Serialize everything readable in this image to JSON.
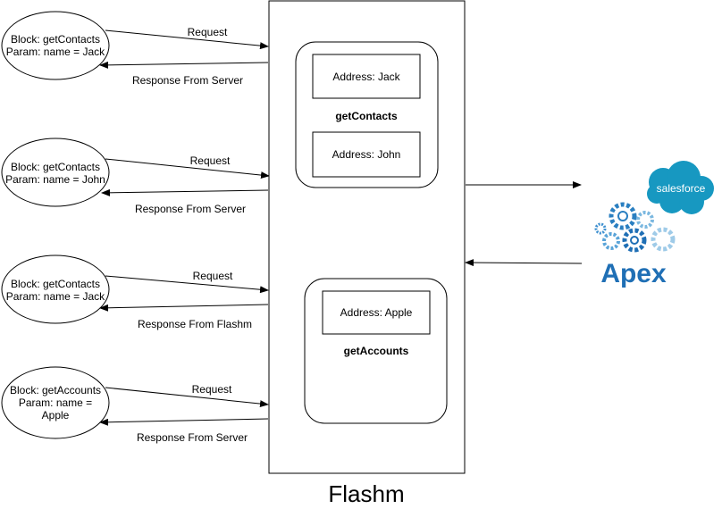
{
  "flashm": {
    "title": "Flashm",
    "contacts_cache": {
      "label": "getContacts",
      "entries": [
        "Address: Jack",
        "Address: John"
      ]
    },
    "accounts_cache": {
      "label": "getAccounts",
      "entries": [
        "Address: Apple"
      ]
    }
  },
  "clients": [
    {
      "lines": [
        "Block: getContacts",
        "Param: name = Jack"
      ],
      "request": "Request",
      "response": "Response From Server"
    },
    {
      "lines": [
        "Block: getContacts",
        "Param: name = John"
      ],
      "request": "Request",
      "response": "Response From Server"
    },
    {
      "lines": [
        "Block: getContacts",
        "Param: name = Jack"
      ],
      "request": "Request",
      "response": "Response From Flashm"
    },
    {
      "lines": [
        "Block: getAccounts",
        "Param: name =",
        "Apple"
      ],
      "request": "Request",
      "response": "Response From Server"
    }
  ],
  "backend": {
    "brand": "salesforce",
    "name": "Apex",
    "brand_color": "#1798c1",
    "name_color": "#1f6fb5"
  }
}
